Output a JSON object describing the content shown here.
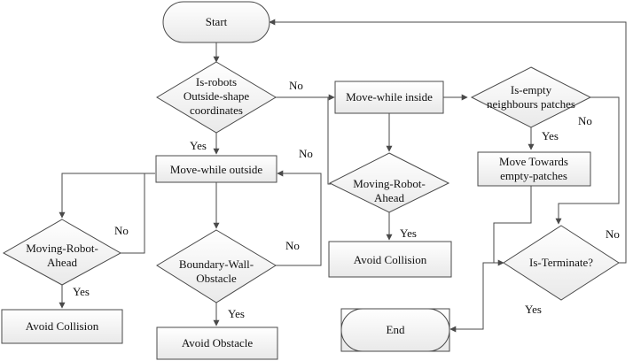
{
  "nodes": {
    "start": "Start",
    "is_robots_outside": [
      "Is-robots",
      "Outside-shape",
      "coordinates"
    ],
    "move_outside": "Move-while outside",
    "move_inside": "Move-while inside",
    "is_empty_neighbours": [
      "Is-empty",
      "neighbours patches"
    ],
    "move_towards": [
      "Move Towards",
      "empty-patches"
    ],
    "moving_robot_left": [
      "Moving-Robot-",
      "Ahead"
    ],
    "moving_robot_mid": [
      "Moving-Robot-",
      "Ahead"
    ],
    "boundary_wall": [
      "Boundary-Wall-",
      "Obstacle"
    ],
    "avoid_collision_left": "Avoid Collision",
    "avoid_collision_mid": "Avoid Collision",
    "avoid_obstacle": "Avoid Obstacle",
    "is_terminate": "Is-Terminate?",
    "end": "End"
  },
  "edge_labels": {
    "robots_no": "No",
    "robots_yes": "Yes",
    "outside_loop_no": "No",
    "left_robot_no": "No",
    "left_robot_yes": "Yes",
    "boundary_no": "No",
    "boundary_yes": "Yes",
    "mid_robot_yes": "Yes",
    "empty_no": "No",
    "empty_yes": "Yes",
    "terminate_no": "No",
    "terminate_yes": "Yes"
  }
}
